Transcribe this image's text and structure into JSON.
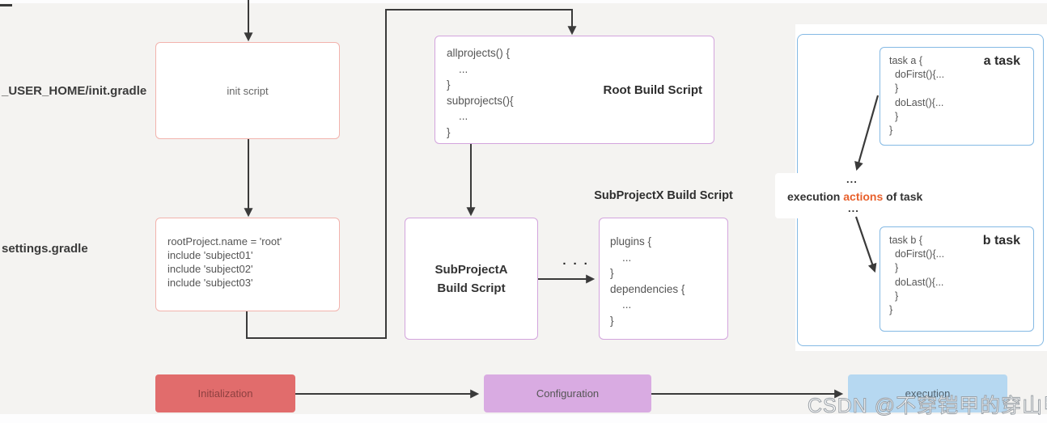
{
  "labels": {
    "user_home": "_USER_HOME/init.gradle",
    "settings": "settings.gradle"
  },
  "init_box": {
    "text": "init script"
  },
  "settings_box": {
    "lines": [
      "rootProject.name = 'root'",
      "include 'subject01'",
      "include 'subject02'",
      "include 'subject03'"
    ]
  },
  "root_build_box": {
    "title": "Root Build Script",
    "code": [
      "allprojects() {",
      "    ...",
      "}",
      "subprojects(){",
      "    ...",
      "}"
    ]
  },
  "subproject_a_box": {
    "line1": "SubProjectA",
    "line2": "Build Script"
  },
  "between": {
    "dots": "· · ·"
  },
  "subproject_x_box": {
    "title": "SubProjectX Build Script",
    "code": [
      "plugins {",
      "    ...",
      "}",
      "dependencies {",
      "    ...",
      "}"
    ]
  },
  "task_a_box": {
    "badge": "a task",
    "code": [
      "task a {",
      "  doFirst(){...",
      "  }",
      "  doLast(){...",
      "  }",
      "}"
    ]
  },
  "task_b_box": {
    "badge": "b task",
    "code": [
      "task b {",
      "  doFirst(){...",
      "  }",
      "  doLast(){...",
      "  }",
      "}"
    ]
  },
  "execution_note": {
    "dots_top": "...",
    "text_pre": "execution ",
    "text_highlight": "actions",
    "text_post": " of task",
    "dots_bottom": "..."
  },
  "phases": [
    {
      "label": "Initialization",
      "fill": "#e16c6c"
    },
    {
      "label": "Configuration",
      "fill": "#d9abe2"
    },
    {
      "label": "execution",
      "fill": "#b6d8f1"
    }
  ],
  "watermark": "CSDN @不穿铠甲的穿山甲",
  "colors": {
    "background": "#f4f3f1",
    "pink_border": "#f2b3ad",
    "purple_border": "#d3a4dd",
    "blue_border": "#84b9e4",
    "arrow": "#3a3a3a",
    "highlight_orange": "#e8602c",
    "phase_initialization_fill": "#e16c6c",
    "phase_configuration_fill": "#d9abe2",
    "phase_execution_fill": "#b6d8f1"
  }
}
